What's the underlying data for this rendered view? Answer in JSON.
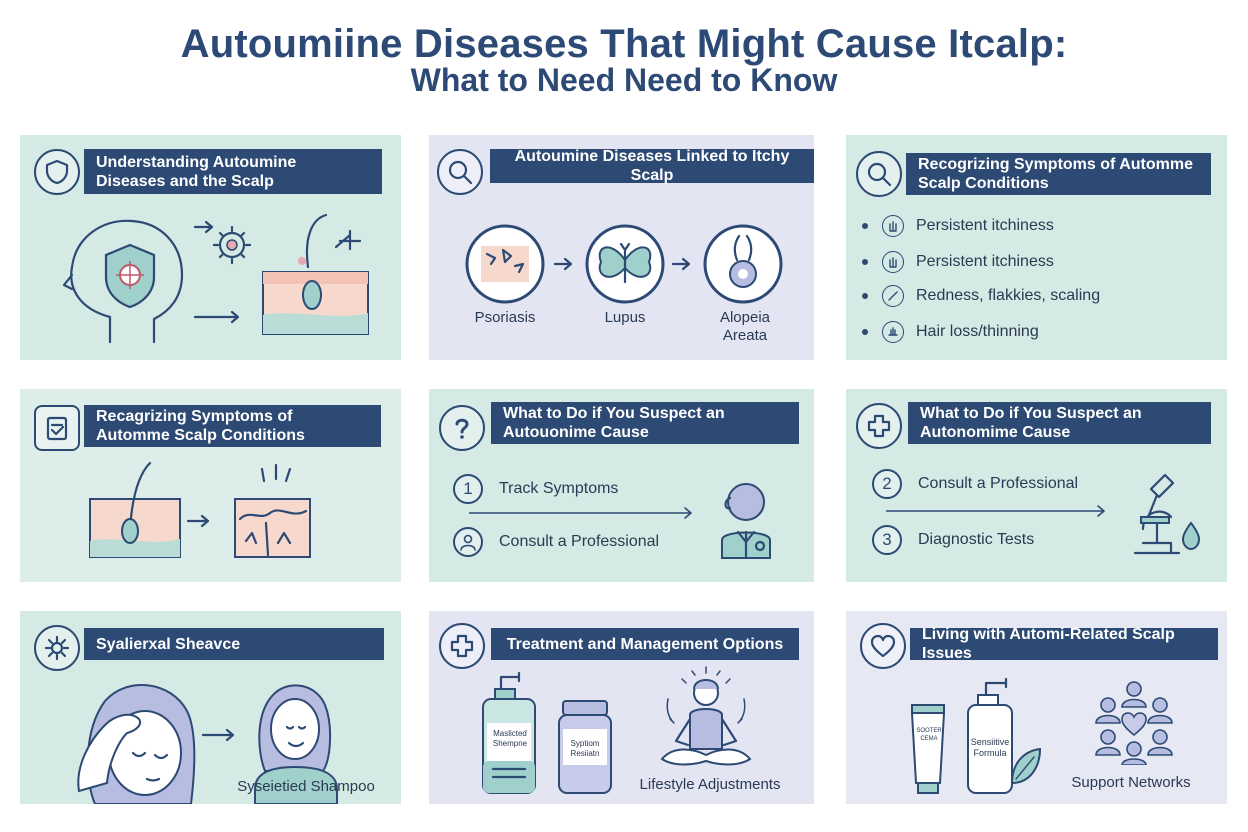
{
  "header": {
    "title": "Autoumiine Diseases That Might Cause Itcalp:",
    "subtitle": "What to Need Need to Know"
  },
  "colors": {
    "navy": "#2c4a73",
    "teal_panel": "#d5e9e5",
    "lavender_panel": "#e3e5f3",
    "skin": "#f6d9cc"
  },
  "panels": [
    {
      "id": "p1",
      "icon": "shield-icon",
      "banner": "Understanding Autoumine Diseases and the Scalp"
    },
    {
      "id": "p2",
      "icon": "magnifier-icon",
      "banner": "Autoumine Diseases Linked to Itchy Scalp",
      "diseases": [
        {
          "label": "Psoriasis",
          "icon": "skin-flakes-icon"
        },
        {
          "label": "Lupus",
          "icon": "butterfly-icon"
        },
        {
          "label": "Alopeia Areata",
          "icon": "hair-follicle-icon"
        }
      ]
    },
    {
      "id": "p3",
      "icon": "magnifier-icon",
      "banner": "Recogrizing Symptoms of Automme Scalp Conditions",
      "bullets": [
        {
          "text": "Persistent itchiness",
          "icon": "hand-icon"
        },
        {
          "text": "Persistent itchiness",
          "icon": "hand-icon"
        },
        {
          "text": "Redness, flakkies, scaling",
          "icon": "slash-icon"
        },
        {
          "text": "Hair loss/thinning",
          "icon": "hair-loss-icon"
        }
      ]
    },
    {
      "id": "p4",
      "icon": "clipboard-icon",
      "banner": "Recagrizing Symptoms of Automme Scalp Conditions"
    },
    {
      "id": "p5",
      "icon": "question-icon",
      "banner": "What to Do if You Suspect an Autouonime Cause",
      "steps": [
        {
          "marker": "1",
          "text": "Track Symptoms"
        },
        {
          "marker": "person-icon",
          "text": "Consult a Professional"
        }
      ]
    },
    {
      "id": "p6",
      "icon": "medical-cross-icon",
      "banner": "What to Do if You Suspect an Autonomime Cause",
      "steps": [
        {
          "marker": "2",
          "text": "Consult a Professional"
        },
        {
          "marker": "3",
          "text": "Diagnostic Tests"
        }
      ]
    },
    {
      "id": "p7",
      "icon": "gear-head-icon",
      "banner": "Syalierxal Sheavce",
      "caption": "Syseietied Shampoo"
    },
    {
      "id": "p8",
      "icon": "medical-cross-icon",
      "banner": "Treatment and Management Options",
      "bottle1": "Maslicted Shempne",
      "bottle2": "Syptiom Resiiatn",
      "caption": "Lifestyle Adjustments"
    },
    {
      "id": "p9",
      "icon": "heart-icon",
      "banner": "Living with Automi-Related Scalp Issues",
      "tube": "SOOTER CEMA",
      "bottle": "Sensiitive Formula",
      "caption": "Support Networks"
    }
  ]
}
